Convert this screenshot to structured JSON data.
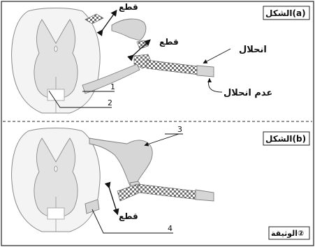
{
  "figure_a": {
    "title": "الشكل(a)",
    "cut_top": "قطع",
    "cut_mid": "قطع",
    "degeneration": "انحلال",
    "no_degeneration": "عدم انحلال",
    "label_1": "1",
    "label_2": "2"
  },
  "figure_b": {
    "title": "الشكل(b)",
    "cut": "قطع",
    "label_3": "3",
    "label_4": "4"
  },
  "document_label": "الوثيقة②"
}
